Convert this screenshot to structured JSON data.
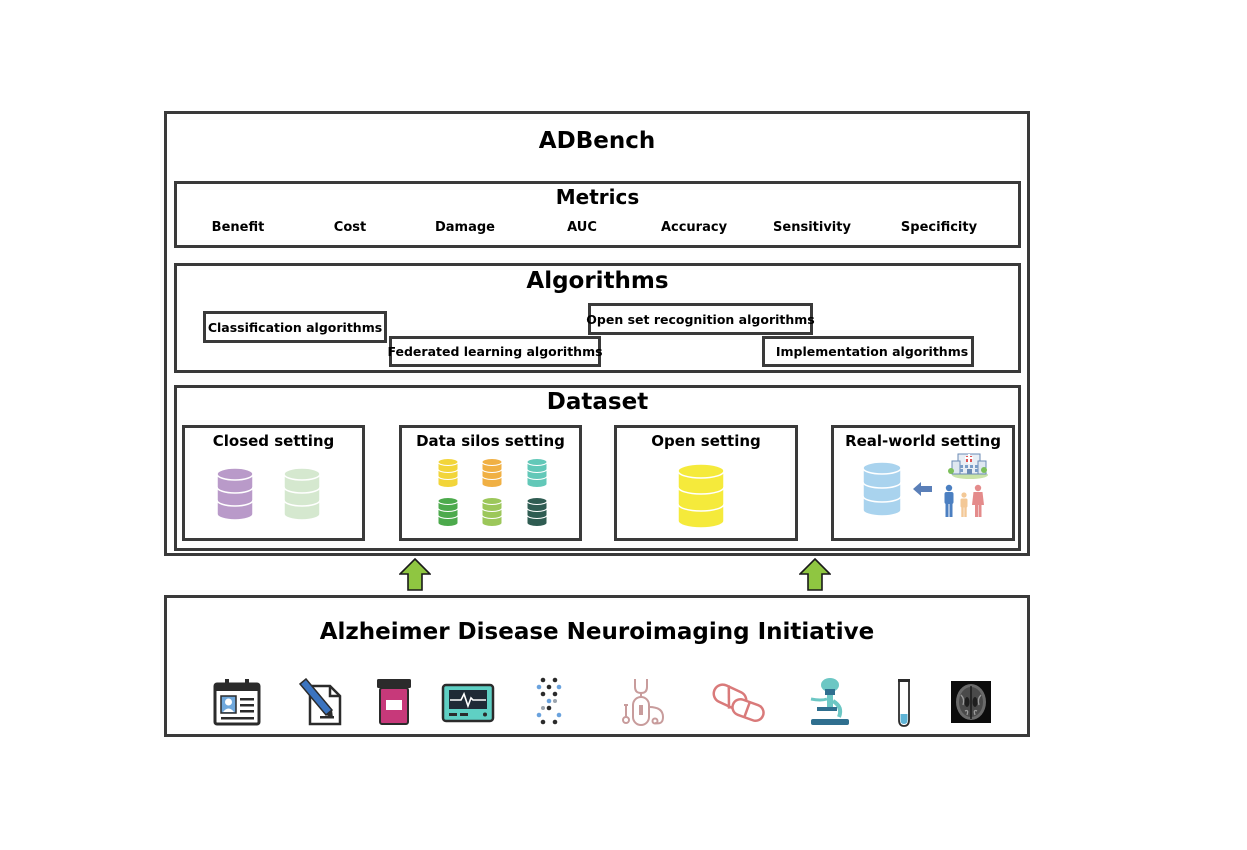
{
  "adbench": {
    "title": "ADBench"
  },
  "metrics": {
    "title": "Metrics",
    "items": [
      "Benefit",
      "Cost",
      "Damage",
      "AUC",
      "Accuracy",
      "Sensitivity",
      "Specificity"
    ]
  },
  "algorithms": {
    "title": "Algorithms",
    "items": [
      "Classification algorithms",
      "Federated learning algorithms",
      "Open set recognition algorithms",
      "Implementation algorithms"
    ]
  },
  "dataset": {
    "title": "Dataset",
    "settings": [
      "Closed setting",
      "Data silos setting",
      "Open setting",
      "Real-world setting"
    ]
  },
  "source": {
    "title": "Alzheimer Disease Neuroimaging Initiative",
    "icons": [
      "id-card-icon",
      "document-edit-icon",
      "pill-bottle-icon",
      "monitor-icon",
      "dna-icon",
      "stethoscope-icon",
      "pills-icon",
      "microscope-icon",
      "test-tube-icon",
      "brain-mri-icon"
    ]
  },
  "colors": {
    "border": "#3a3a3a",
    "arrow": "#8fc641",
    "closed_db": [
      "#b99ac9",
      "#d5e8cf"
    ],
    "silos_db": [
      "#f2d53a",
      "#f0b044",
      "#62c8b8",
      "#4caa4c",
      "#9cc75a",
      "#2f5c52"
    ],
    "open_db": "#f5ea3b",
    "real_db": "#a9d3ee"
  }
}
